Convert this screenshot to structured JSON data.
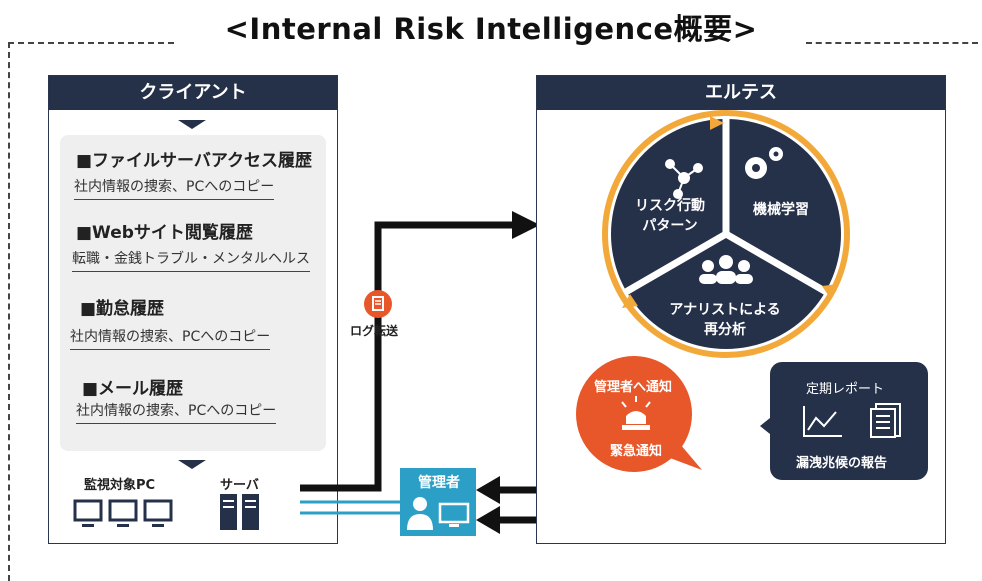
{
  "title": "<Internal Risk Intelligence概要>",
  "client": {
    "header": "クライアント",
    "items": [
      {
        "heading": "■ファイルサーバアクセス履歴",
        "detail": "社内情報の捜索、PCへのコピー"
      },
      {
        "heading": "■Webサイト閲覧履歴",
        "detail": "転職・金銭トラブル・メンタルヘルス"
      },
      {
        "heading": "■勤怠履歴",
        "detail": "社内情報の捜索、PCへのコピー"
      },
      {
        "heading": "■メール履歴",
        "detail": "社内情報の捜索、PCへのコピー"
      }
    ],
    "monitored_pc_label": "監視対象PC",
    "server_label": "サーバ"
  },
  "transfer": {
    "label": "ログ転送"
  },
  "manager": {
    "label": "管理者"
  },
  "eltes": {
    "header": "エルテス",
    "segments": {
      "risk_behavior": "リスク行動\nパターン",
      "machine_learning": "機械学習",
      "analyst": "アナリストによる\n再分析"
    }
  },
  "alert": {
    "top_label": "管理者へ通知",
    "bottom_label": "緊急通知"
  },
  "report": {
    "top_label": "定期レポート",
    "bottom_label": "漏洩兆候の報告"
  },
  "colors": {
    "navy": "#253049",
    "orange_ring": "#f3a93a",
    "alert_orange": "#e8572a",
    "manager_blue": "#2c9fc6",
    "gray_box": "#efefef"
  }
}
